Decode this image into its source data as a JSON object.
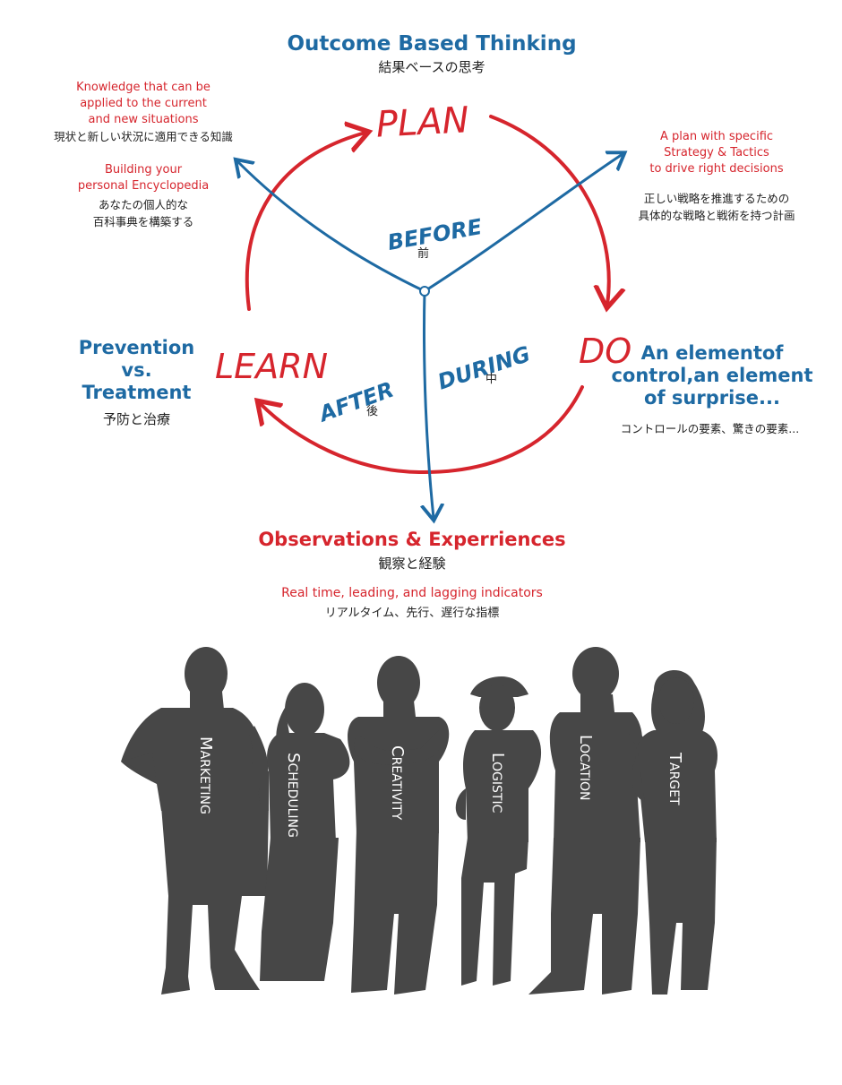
{
  "header": {
    "title_en": "Outcome Based Thinking",
    "title_jp": "結果ベースの思考"
  },
  "cycle": {
    "plan": "PLAN",
    "do": "DO",
    "learn": "LEARN",
    "before": "BEFORE",
    "before_jp": "前",
    "during": "DURING",
    "during_jp": "中",
    "after": "AFTER",
    "after_jp": "後"
  },
  "knowledge": {
    "en": [
      "Knowledge that can be",
      "applied to the current",
      "and new situations"
    ],
    "jp": "現状と新しい状況に適用できる知識"
  },
  "encyclopedia": {
    "en": [
      "Building your",
      "personal Encyclopedia"
    ],
    "jp": [
      "あなたの個人的な",
      "百科事典を構築する"
    ]
  },
  "plan_note": {
    "en": [
      "A plan with specific",
      "Strategy & Tactics",
      "to drive right decisions"
    ],
    "jp": [
      "正しい戦略を推進するための",
      "具体的な戦略と戦術を持つ計画"
    ]
  },
  "prevention": {
    "en": [
      "Prevention",
      "vs.",
      "Treatment"
    ],
    "jp": "予防と治療"
  },
  "control": {
    "en": [
      "An elementof",
      "control,an element",
      "of surprise..."
    ],
    "jp": "コントロールの要素、驚きの要素..."
  },
  "observations": {
    "en": "Observations & Experriences",
    "jp": "観察と経験",
    "indicators_en": "Real time, leading, and lagging indicators",
    "indicators_jp": "リアルタイム、先行、遅行な指標"
  },
  "people": [
    {
      "first": "M",
      "rest": "ARKETING"
    },
    {
      "first": "S",
      "rest": "CHEDULING"
    },
    {
      "first": "C",
      "rest": "REATIVITY"
    },
    {
      "first": "L",
      "rest": "OGISTIC"
    },
    {
      "first": "L",
      "rest": "OCATION"
    },
    {
      "first": "T",
      "rest": "ARGET"
    }
  ],
  "colors": {
    "blue": "#1e6aa3",
    "red": "#d6252d",
    "silhouette": "#474747"
  }
}
